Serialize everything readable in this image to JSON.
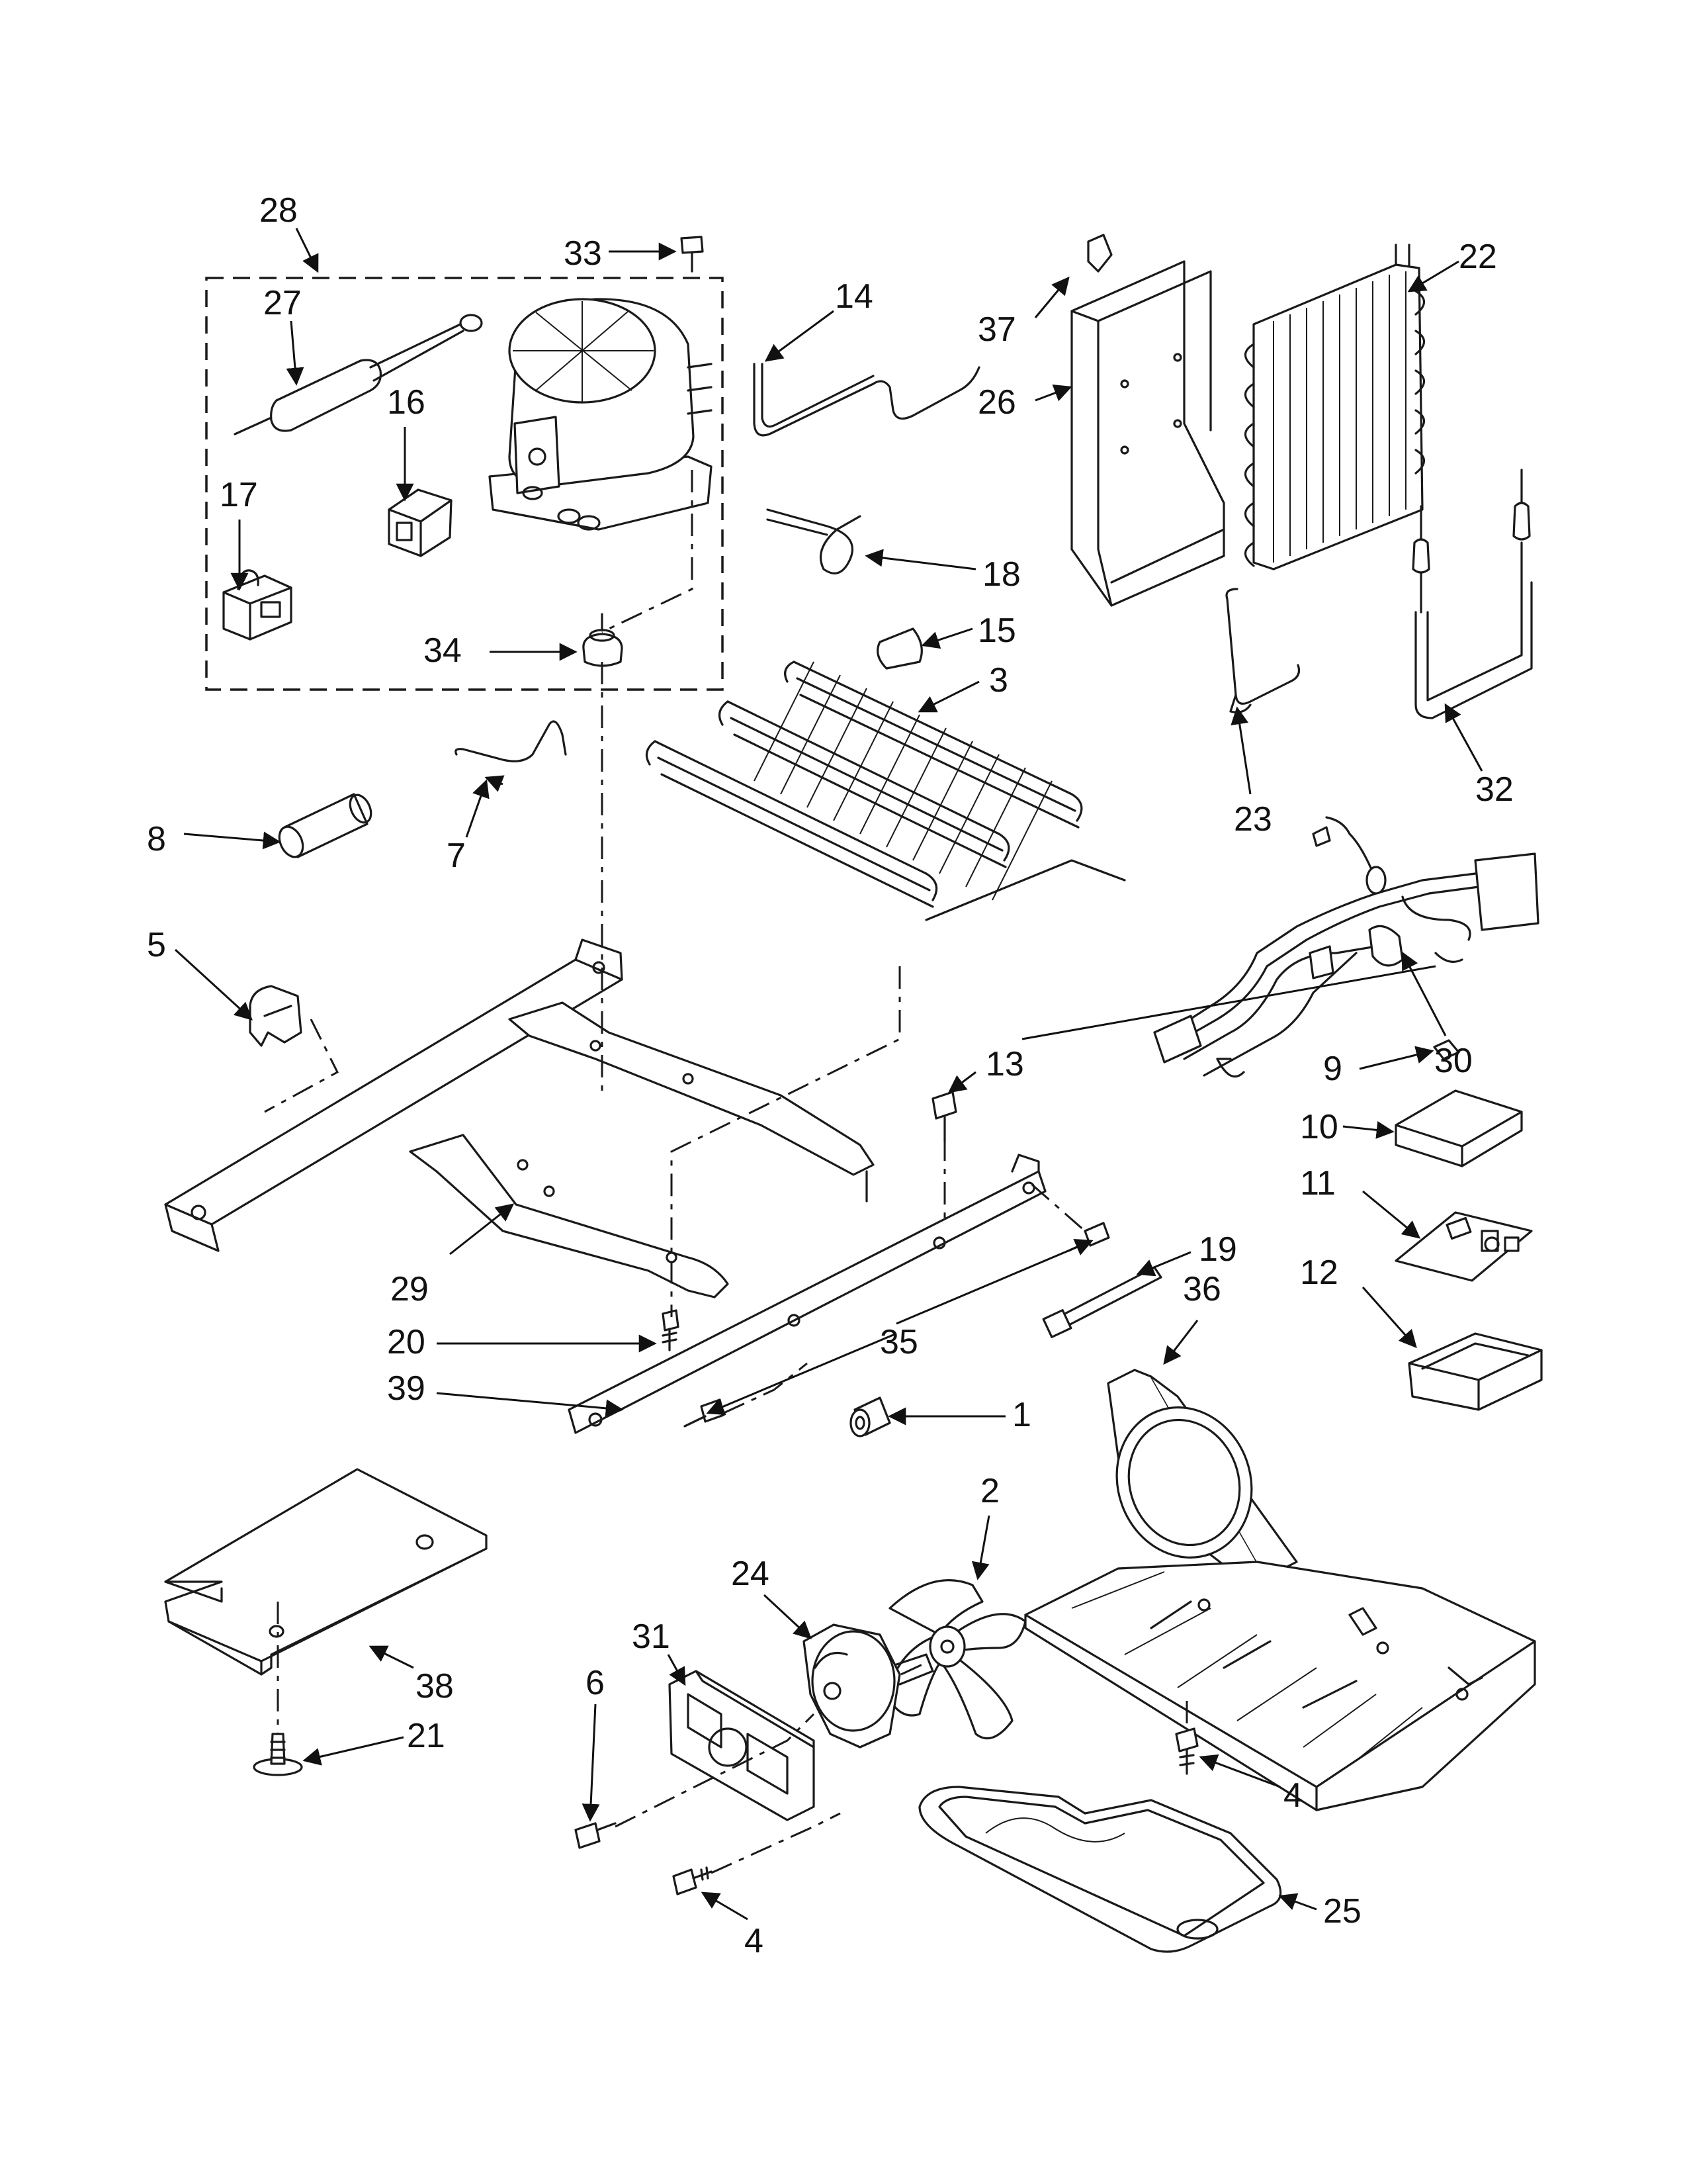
{
  "callouts": {
    "c1": "1",
    "c2": "2",
    "c3": "3",
    "c4a": "4",
    "c4b": "4",
    "c5": "5",
    "c6": "6",
    "c7": "7",
    "c8": "8",
    "c9": "9",
    "c10": "10",
    "c11": "11",
    "c12": "12",
    "c13": "13",
    "c14": "14",
    "c15": "15",
    "c16": "16",
    "c17": "17",
    "c18": "18",
    "c19": "19",
    "c20": "20",
    "c21": "21",
    "c22": "22",
    "c23": "23",
    "c24": "24",
    "c25": "25",
    "c26": "26",
    "c27": "27",
    "c28": "28",
    "c29": "29",
    "c30": "30",
    "c31": "31",
    "c32": "32",
    "c33": "33",
    "c34": "34",
    "c35": "35",
    "c36": "36",
    "c37": "37",
    "c38": "38",
    "c39": "39"
  }
}
